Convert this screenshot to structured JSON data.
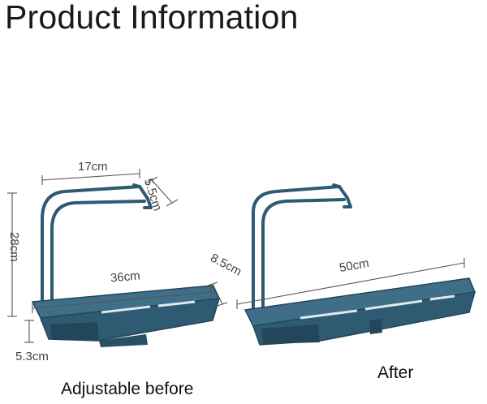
{
  "title": "Product Information",
  "before": {
    "caption": "Adjustable before",
    "dims": {
      "width_top": "17cm",
      "depth_arm": "5.5cm",
      "height": "28cm",
      "length": "36cm",
      "depth": "8.5cm",
      "base": "5.3cm"
    }
  },
  "after": {
    "caption": "After",
    "dims": {
      "length": "50cm"
    }
  },
  "colors": {
    "product": "#2f5b72",
    "product_dark": "#22465a",
    "product_light": "#3f6f88",
    "dim_line": "#555555"
  }
}
